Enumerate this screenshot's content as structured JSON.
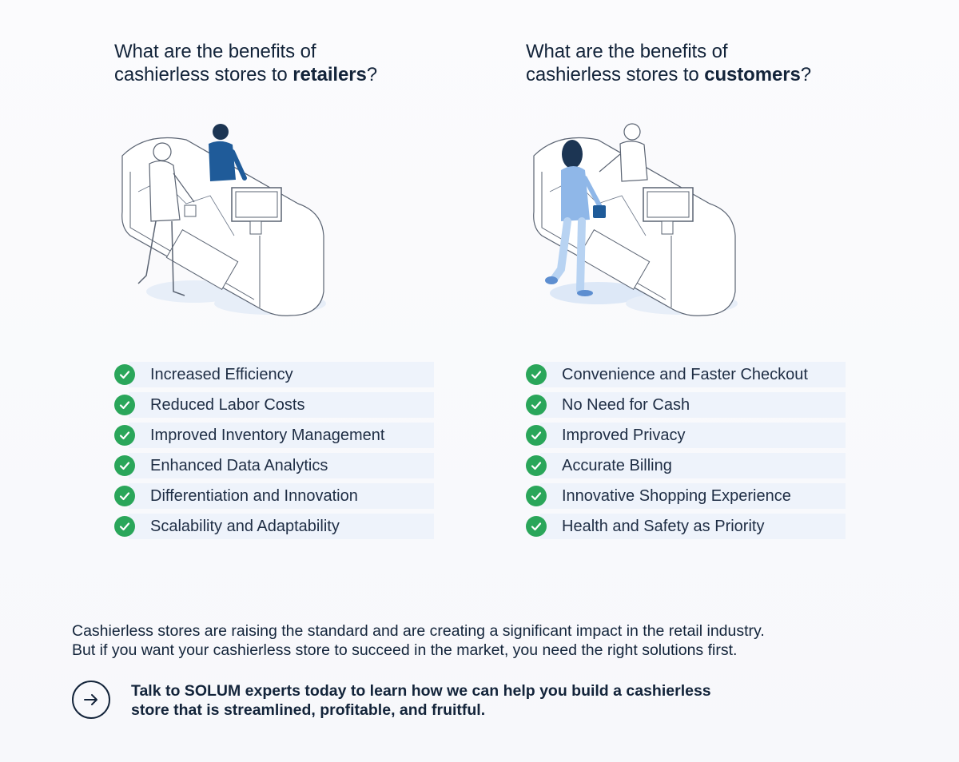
{
  "retailers": {
    "heading_prefix": "What are the benefits of",
    "heading_line2_prefix": "cashierless stores to ",
    "heading_bold": "retailers",
    "heading_suffix": "?",
    "illustration_icon": "cashier-counter-illustration",
    "benefits": [
      "Increased Efficiency",
      "Reduced Labor Costs",
      "Improved Inventory Management",
      "Enhanced Data Analytics",
      "Differentiation and Innovation",
      "Scalability and Adaptability"
    ]
  },
  "customers": {
    "heading_prefix": "What are the benefits of",
    "heading_line2_prefix": "cashierless stores to ",
    "heading_bold": "customers",
    "heading_suffix": "?",
    "illustration_icon": "customer-counter-illustration",
    "benefits": [
      "Convenience and Faster Checkout",
      "No Need for Cash",
      "Improved Privacy",
      "Accurate Billing",
      "Innovative Shopping Experience",
      "Health and Safety as Priority"
    ]
  },
  "summary": {
    "line1": "Cashierless stores are raising the standard and are creating a significant impact in the retail industry.",
    "line2": "But if you want your cashierless store to succeed in the market, you need the right solutions first."
  },
  "cta": {
    "line1": "Talk to SOLUM experts today to learn how we can help you build a cashierless",
    "line2": "store that is streamlined, profitable, and fruitful.",
    "icon": "arrow-right-icon"
  },
  "colors": {
    "text": "#13243a",
    "check_green": "#2aa65a",
    "list_bg": "#eef3fb",
    "accent_blue": "#1f5b99",
    "light_blue": "#a9c8ee"
  }
}
